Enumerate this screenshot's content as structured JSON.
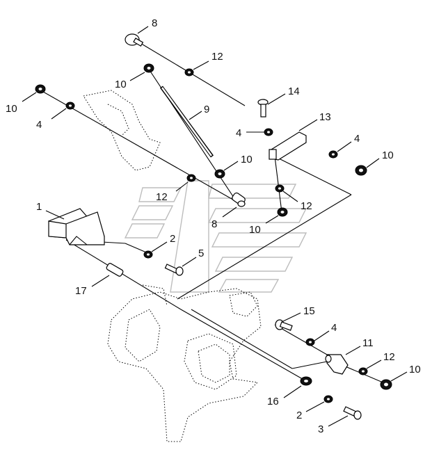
{
  "callouts": {
    "c8_top": "8",
    "c12_top": "12",
    "c10_left_mid": "10",
    "c10_left": "10",
    "c4_left": "4",
    "c9": "9",
    "c14": "14",
    "c13": "13",
    "c4_mid": "4",
    "c4_right": "4",
    "c10_right": "10",
    "c10_center": "10",
    "c12_center": "12",
    "c12_right": "12",
    "c8_mid": "8",
    "c10_low": "10",
    "c1": "1",
    "c2_upper": "2",
    "c5": "5",
    "c17": "17",
    "c15": "15",
    "c4_lower": "4",
    "c11": "11",
    "c12_lower": "12",
    "c10_lower": "10",
    "c16": "16",
    "c2_lower": "2",
    "c3": "3"
  }
}
